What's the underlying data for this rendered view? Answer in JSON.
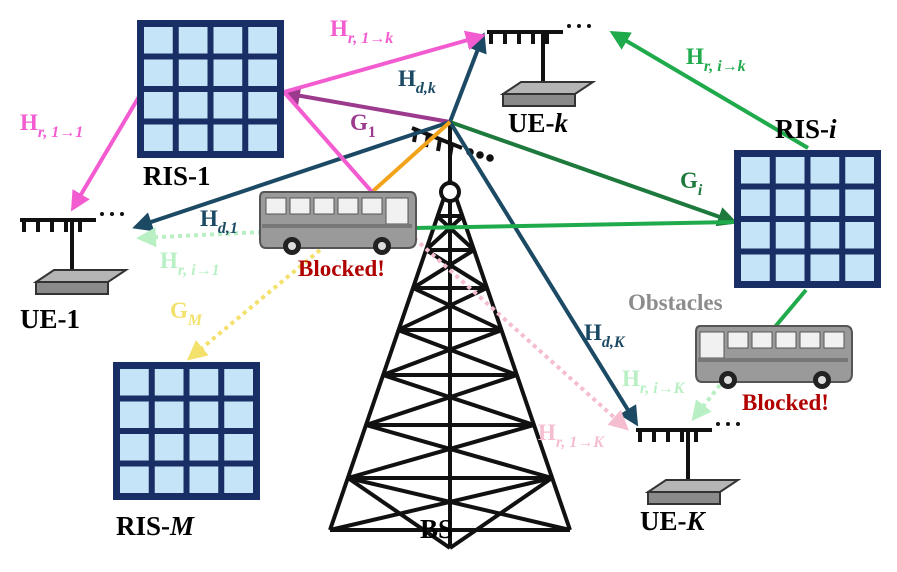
{
  "nodes": {
    "bs": "BS",
    "ris_1": "RIS-1",
    "ris_i_prefix": "RIS-",
    "ris_i_suffix": "i",
    "ris_m_prefix": "RIS-",
    "ris_m_suffix": "M",
    "ue_1": "UE-1",
    "ue_k_prefix": "UE-",
    "ue_k_suffix": "k",
    "ue_K_prefix": "UE-",
    "ue_K_suffix": "K"
  },
  "annotations": {
    "blocked_1": "Blocked!",
    "blocked_2": "Blocked!",
    "obstacles": "Obstacles"
  },
  "channels": {
    "H": "H",
    "G": "G",
    "h_r_1k": "r, 1→k",
    "h_r_11": "r, 1→1",
    "h_dk": "d,k",
    "g_1": "1",
    "h_r_ik": "r, i→k",
    "g_i": "i",
    "h_d1": "d,1",
    "h_r_i1": "r, i→1",
    "g_m": "M",
    "h_dK": "d,K",
    "h_r_iK": "r, i→K",
    "h_r_1K": "r, 1→K"
  },
  "colors": {
    "pink": "#f25cd0",
    "purple": "#9c3a8e",
    "navy": "#1c4a64",
    "green": "#1faa4b",
    "darkgreen": "#1e7a3c",
    "orange": "#f2a31c",
    "yellow": "#f3e16c",
    "lightgreen": "#b8f0c4",
    "lightpink": "#f5bdd0",
    "blocked": "#b00000",
    "obstacles": "#8c8c8c",
    "ris_cell": "#c6e4f8",
    "ris_frame": "#1a2e66"
  }
}
